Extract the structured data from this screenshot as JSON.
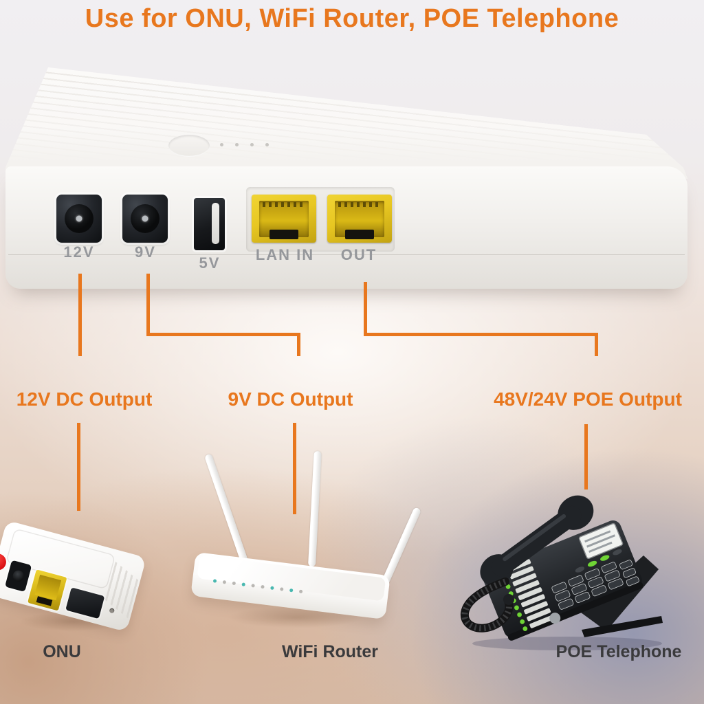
{
  "title": "Use for ONU, WiFi Router, POE Telephone",
  "ups_device": {
    "port_labels": {
      "dc12": "12V",
      "dc9": "9V",
      "usb5": "5V",
      "lan_in": "LAN IN",
      "out": "OUT"
    },
    "indicator_led_count": 4
  },
  "callout_labels": {
    "dc12": "12V DC Output",
    "dc9": "9V DC Output",
    "poe": "48V/24V POE Output"
  },
  "device_labels": {
    "onu": "ONU",
    "router": "WiFi Router",
    "phone": "POE Telephone"
  },
  "colors": {
    "accent_orange": "#E8771E",
    "port_label_gray": "#95979B",
    "rj45_yellow": "#E8C722",
    "device_label_dark": "#3A3A3C",
    "led_teal": "#49B8B0",
    "phone_led_green": "#6FD435"
  }
}
